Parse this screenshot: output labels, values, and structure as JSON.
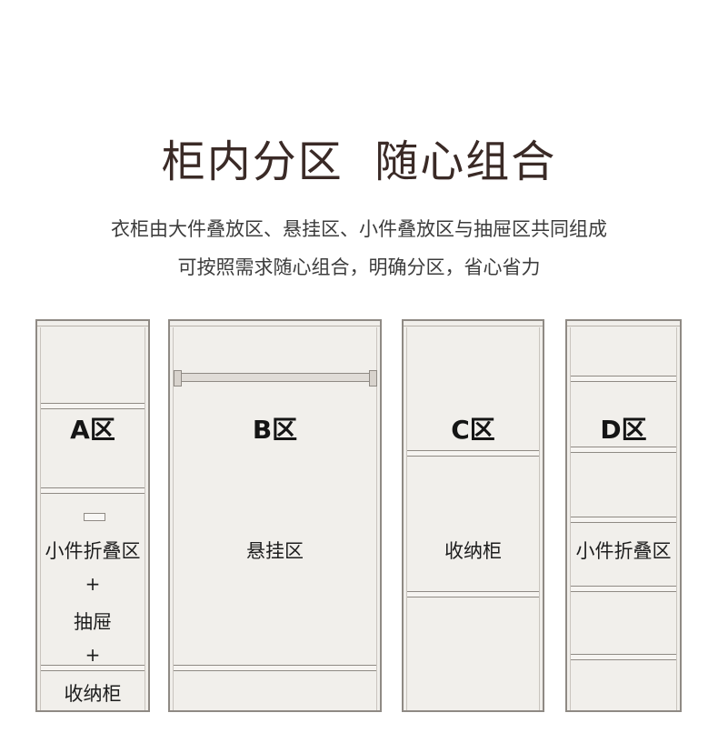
{
  "header": {
    "title": "柜内分区  随心组合",
    "line1": "衣柜由大件叠放区、悬挂区、小件叠放区与抽屉区共同组成",
    "line2": "可按照需求随心组合，明确分区，省心省力"
  },
  "cabinets": {
    "a": {
      "label": "A区",
      "text1": "小件折叠区",
      "plus1": "+",
      "text2": "抽屉",
      "plus2": "+",
      "text3": "收纳柜"
    },
    "b": {
      "label": "B区",
      "text1": "悬挂区"
    },
    "c": {
      "label": "C区",
      "text1": "收纳柜"
    },
    "d": {
      "label": "D区",
      "text1": "小件折叠区"
    }
  },
  "colors": {
    "panel": "#f1efeb",
    "line": "#8f8a84",
    "title": "#3a2a26"
  }
}
